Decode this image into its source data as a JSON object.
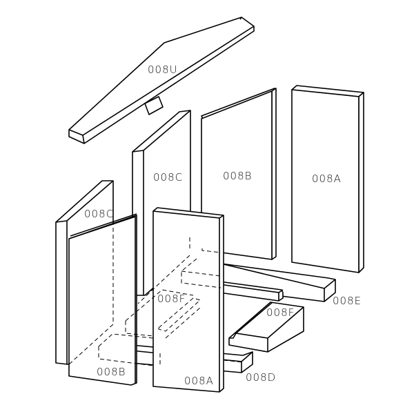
{
  "labels": {
    "top_cover": "008U",
    "side_c_upper": "008C",
    "side_c_lower": "008C",
    "back_b": "008B",
    "back_a": "008A",
    "front_b": "008B",
    "front_a": "008A",
    "strip_e": "008E",
    "strip_f_right": "008F",
    "strip_f_hidden": "008F",
    "strip_d": "008D"
  }
}
